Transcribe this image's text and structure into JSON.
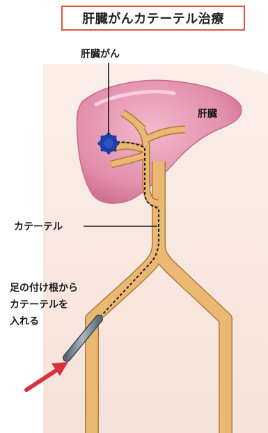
{
  "title": "肝臓がんカテーテル治療",
  "labels": {
    "cancer": "肝臓がん",
    "liver": "肝臓",
    "catheter": "カテーテル",
    "insert_line1": "足の付け根から",
    "insert_line2": "カテーテルを",
    "insert_line3": "入れる"
  },
  "colors": {
    "frame": "#e0523a",
    "liver": "#e7a0b8",
    "artery": "#eab872",
    "tumor": "#1f3fa8",
    "arrow": "#d8303c",
    "catheter_tube": "#7b8a98"
  }
}
